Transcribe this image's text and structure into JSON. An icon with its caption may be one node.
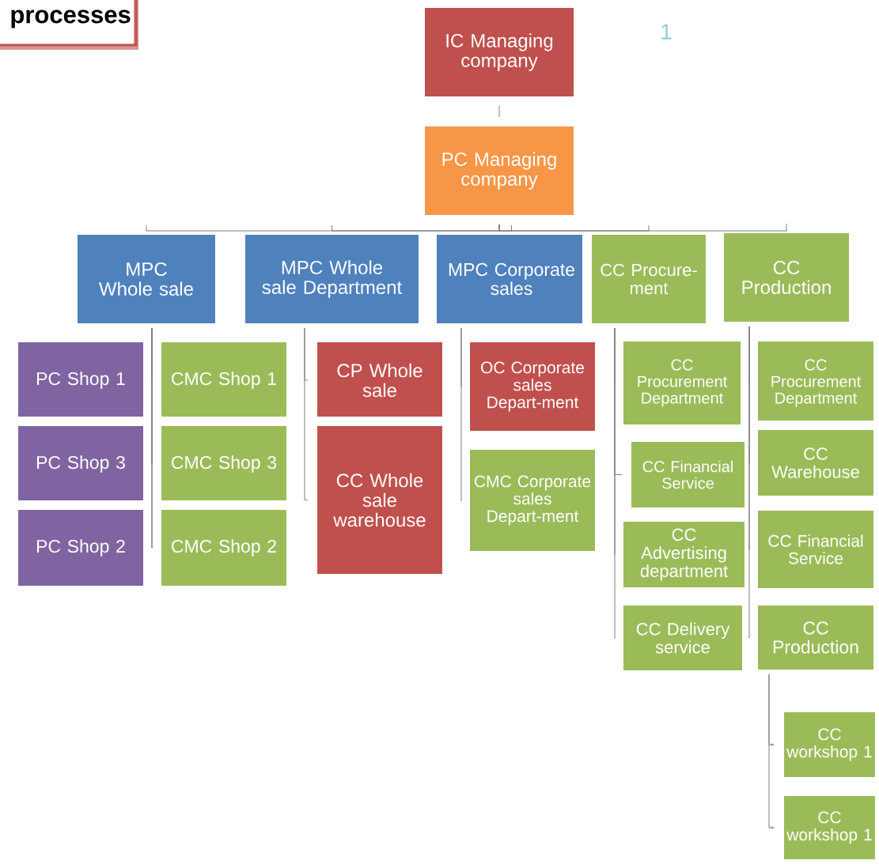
{
  "diagram": {
    "title": "processes",
    "nodes": [
      {
        "text": [
          "IC Managing company"
        ]
      },
      {
        "text": [
          "PC Managing company"
        ]
      },
      {
        "text": [
          "MPC Whole sale"
        ]
      },
      {
        "text": [
          "MPC Whole sale Department"
        ]
      },
      {
        "text": [
          "MPC Corporate sales"
        ]
      },
      {
        "text": [
          "CC Procure-ment"
        ]
      },
      {
        "text": [
          "CC Production"
        ]
      },
      {
        "text": [
          "PC Shop 1"
        ]
      },
      {
        "text": [
          "PC Shop 3"
        ]
      },
      {
        "text": [
          "PC Shop 2"
        ]
      },
      {
        "text": [
          "CMC Shop 1"
        ]
      },
      {
        "text": [
          "CMC Shop 3"
        ]
      },
      {
        "text": [
          "CMC Shop 2"
        ]
      },
      {
        "text": [
          "CP Whole sale"
        ]
      },
      {
        "text": [
          "CC Whole sale warehouse"
        ]
      },
      {
        "text": [
          "OC Corporate sales Depart-ment"
        ]
      },
      {
        "text": [
          "CMC Corporate sales Depart-ment"
        ]
      },
      {
        "text": [
          "CC Procurement Department"
        ]
      },
      {
        "text": [
          "CC Financial Service"
        ]
      },
      {
        "text": [
          "CC Advertising department"
        ]
      },
      {
        "text": [
          "CC Delivery service"
        ]
      },
      {
        "text": [
          "CC Procurement Department"
        ]
      },
      {
        "text": [
          "CC Warehouse"
        ]
      },
      {
        "text": [
          "CC Financial Service"
        ]
      },
      {
        "text": [
          "CC Production"
        ]
      },
      {
        "text": [
          "CC workshop 1"
        ]
      },
      {
        "text": [
          "CC workshop 1"
        ]
      }
    ],
    "edges": [
      {
        "from": 0,
        "to": 1,
        "arrow": "none"
      },
      {
        "from": 1,
        "to": 2,
        "arrow": "none"
      },
      {
        "from": 1,
        "to": 3,
        "arrow": "none"
      },
      {
        "from": 1,
        "to": 4,
        "arrow": "none"
      },
      {
        "from": 1,
        "to": 5,
        "arrow": "none"
      },
      {
        "from": 1,
        "to": 6,
        "arrow": "none"
      },
      {
        "from": 2,
        "to": 7,
        "arrow": "none"
      },
      {
        "from": 2,
        "to": 8,
        "arrow": "none"
      },
      {
        "from": 2,
        "to": 9,
        "arrow": "none"
      },
      {
        "from": 2,
        "to": 10,
        "arrow": "none"
      },
      {
        "from": 2,
        "to": 11,
        "arrow": "none"
      },
      {
        "from": 2,
        "to": 12,
        "arrow": "none"
      },
      {
        "from": 3,
        "to": 13,
        "arrow": "none"
      },
      {
        "from": 3,
        "to": 14,
        "arrow": "none"
      },
      {
        "from": 4,
        "to": 15,
        "arrow": "none"
      },
      {
        "from": 4,
        "to": 16,
        "arrow": "none"
      },
      {
        "from": 5,
        "to": 17,
        "arrow": "none"
      },
      {
        "from": 5,
        "to": 18,
        "arrow": "none"
      },
      {
        "from": 5,
        "to": 19,
        "arrow": "none"
      },
      {
        "from": 5,
        "to": 20,
        "arrow": "none"
      },
      {
        "from": 6,
        "to": 21,
        "arrow": "none"
      },
      {
        "from": 6,
        "to": 22,
        "arrow": "none"
      },
      {
        "from": 6,
        "to": 23,
        "arrow": "none"
      },
      {
        "from": 6,
        "to": 24,
        "arrow": "none"
      },
      {
        "from": 24,
        "to": 25,
        "arrow": "to"
      },
      {
        "from": 24,
        "to": 26,
        "arrow": "to"
      }
    ],
    "labels": [
      "1"
    ]
  }
}
